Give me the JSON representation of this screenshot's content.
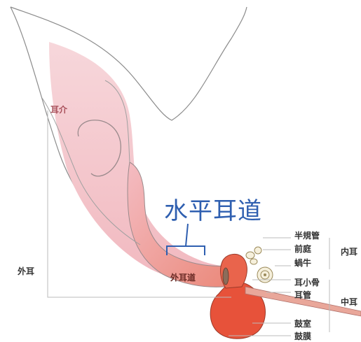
{
  "labels": {
    "auricle": "耳介",
    "outer_ear": "外耳",
    "ear_canal": "外耳道",
    "horizontal_canal": "水平耳道",
    "semicircular_canals": "半規管",
    "vestibule": "前庭",
    "cochlea": "蝸牛",
    "ossicles": "耳小骨",
    "eustachian_tube": "耳管",
    "inner_ear": "内耳",
    "middle_ear": "中耳",
    "tympanic_cavity": "鼓室",
    "eardrum": "鼓膜"
  },
  "colors": {
    "pinna_fill": "#f4c9cf",
    "canal_fill": "#ef9d93",
    "bulla_fill": "#e7523a",
    "outline": "#8b8b8b",
    "annotation_blue": "#2f5fb0"
  }
}
